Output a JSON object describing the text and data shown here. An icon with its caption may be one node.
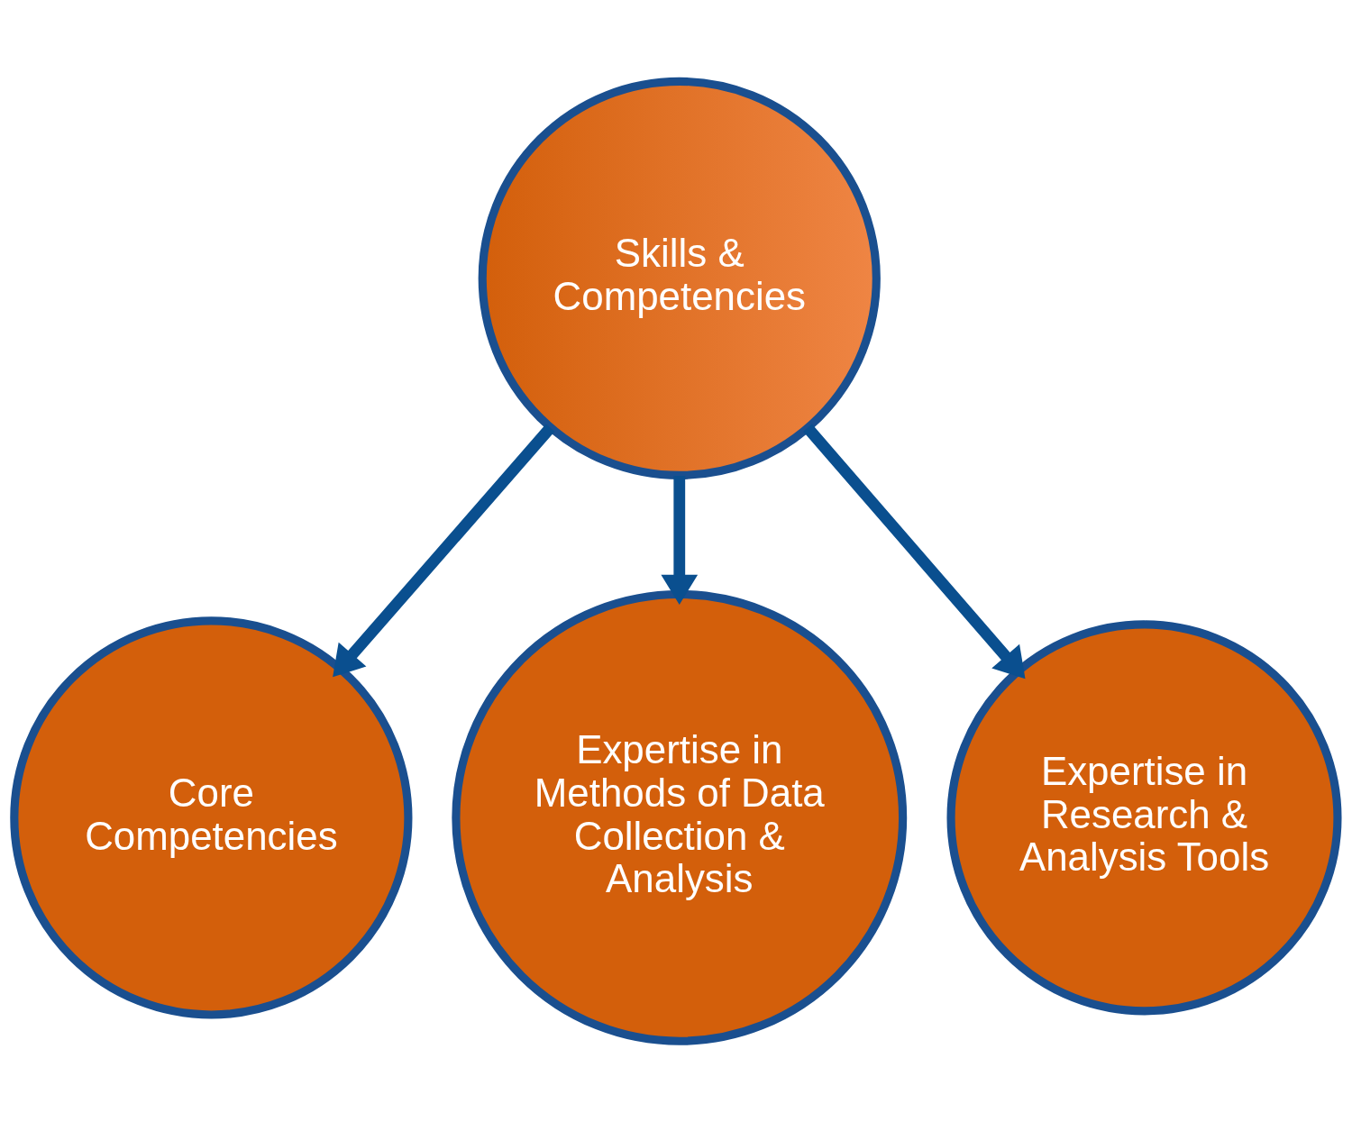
{
  "diagram": {
    "nodes": [
      {
        "text": [
          "Skills & Competencies"
        ]
      },
      {
        "text": [
          "Core Competencies"
        ]
      },
      {
        "text": [
          "Expertise in Methods of Data Collection & Analysis"
        ]
      },
      {
        "text": [
          "Expertise in Research & Analysis Tools"
        ]
      }
    ],
    "edges": [
      {
        "from": 0,
        "to": 1,
        "arrow": "to"
      },
      {
        "from": 0,
        "to": 2,
        "arrow": "to"
      },
      {
        "from": 0,
        "to": 3,
        "arrow": "to"
      }
    ]
  }
}
